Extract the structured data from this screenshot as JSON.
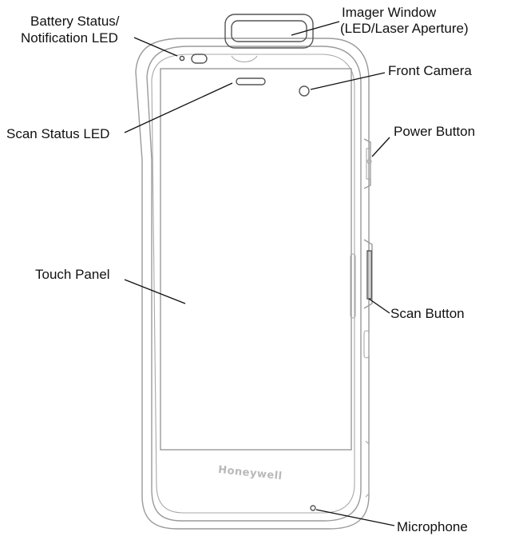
{
  "labels": {
    "battery_led_line1": "Battery Status/",
    "battery_led_line2": "Notification LED",
    "imager_line1": "Imager Window",
    "imager_line2": "(LED/Laser Aperture)",
    "front_camera": "Front Camera",
    "power_button": "Power Button",
    "scan_status_led": "Scan Status LED",
    "touch_panel": "Touch Panel",
    "scan_button": "Scan Button",
    "microphone": "Microphone"
  },
  "device": {
    "brand": "Honeywell"
  }
}
